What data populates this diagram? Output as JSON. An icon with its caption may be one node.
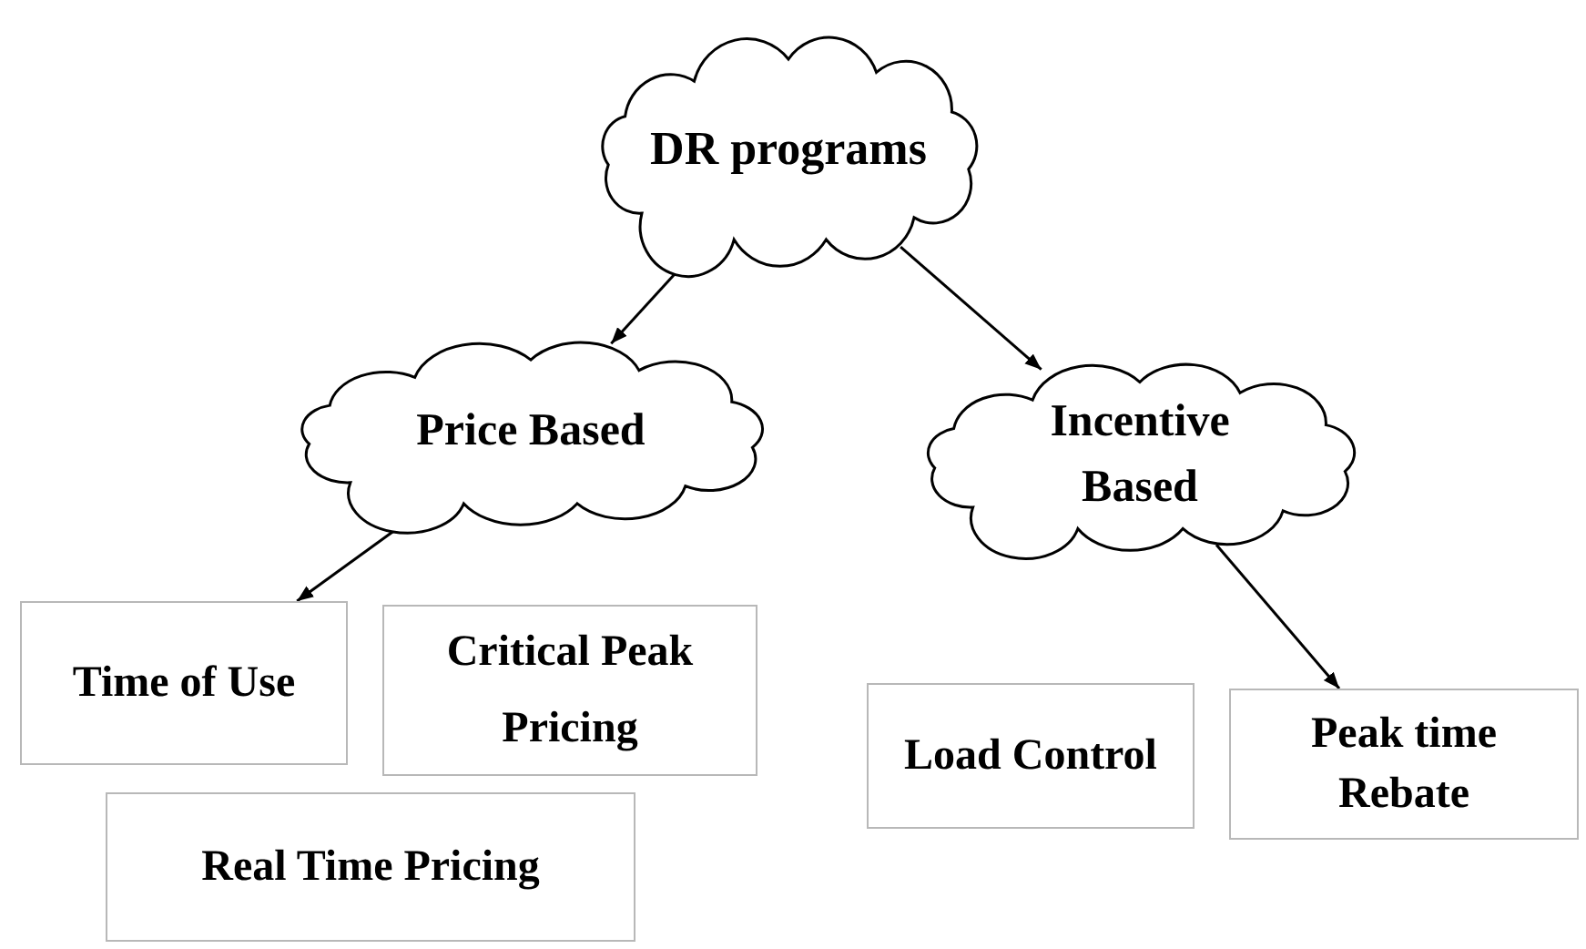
{
  "diagram": {
    "nodes": [
      {
        "text": [
          "DR programs"
        ]
      },
      {
        "text": [
          "Price Based"
        ]
      },
      {
        "text": [
          "Incentive Based"
        ]
      },
      {
        "text": [
          "Time of Use"
        ]
      },
      {
        "text": [
          "Critical Peak Pricing"
        ]
      },
      {
        "text": [
          "Real Time Pricing"
        ]
      },
      {
        "text": [
          "Load Control"
        ]
      },
      {
        "text": [
          "Peak time Rebate"
        ]
      }
    ],
    "edges": [
      {
        "from": 0,
        "to": 1,
        "arrow": "to"
      },
      {
        "from": 0,
        "to": 2,
        "arrow": "to"
      },
      {
        "from": 1,
        "to": 3,
        "arrow": "to"
      },
      {
        "from": 2,
        "to": 7,
        "arrow": "to"
      }
    ]
  }
}
